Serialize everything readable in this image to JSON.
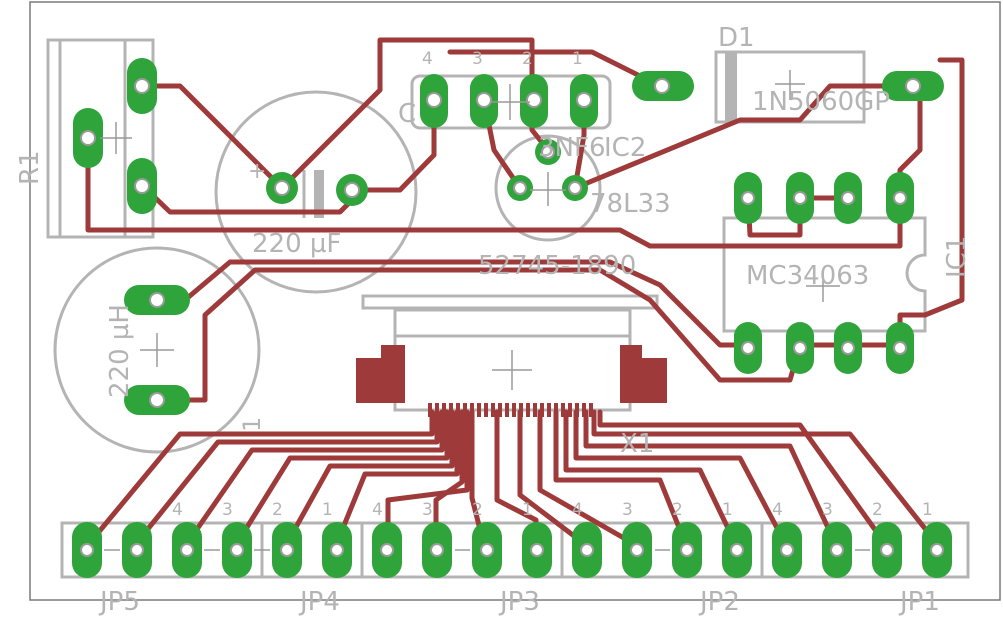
{
  "colors": {
    "copper": "#9e3a3a",
    "pad": "#2ea43b",
    "silkscreen": "#b4b4b4",
    "board_edge": "#7a7a7a",
    "background": "#ffffff"
  },
  "components": {
    "r1": "R1",
    "d1_ref": "D1",
    "d1_value": "1N5060GP",
    "ic2_ref": "IC2",
    "ic2_value": "78L33",
    "ic1_ref": "IC1",
    "ic1_value": "MC34063",
    "c_ref": "C",
    "c_value": "220 µF",
    "connector_value": "52745-1890",
    "connector_ref": "X1",
    "inductor_value": "220 µH",
    "overlap_label": "3NF6"
  },
  "header_top": {
    "pins": [
      "4",
      "3",
      "2",
      "1"
    ]
  },
  "connectors": {
    "jp5": "JP5",
    "jp4": "JP4",
    "jp3": "JP3",
    "jp2": "JP2",
    "jp1": "JP1"
  },
  "bottom_pin_numbers": {
    "jp4": [
      "4",
      "3",
      "2",
      "1"
    ],
    "jp3": [
      "4",
      "3",
      "2",
      "1"
    ],
    "jp2": [
      "4",
      "3",
      "2",
      "1"
    ],
    "jp1": [
      "4",
      "3",
      "2",
      "1"
    ]
  },
  "misc_labels": {
    "pin1_marker": "1"
  }
}
